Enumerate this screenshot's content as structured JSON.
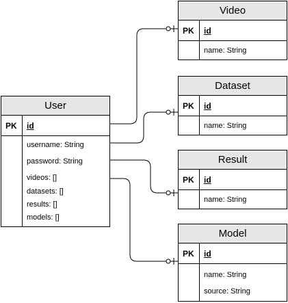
{
  "entities": {
    "video": {
      "title": "Video",
      "pk": "PK",
      "key": "id",
      "fields": [
        "name: String"
      ]
    },
    "dataset": {
      "title": "Dataset",
      "pk": "PK",
      "key": "id",
      "fields": [
        "name: String"
      ]
    },
    "result": {
      "title": "Result",
      "pk": "PK",
      "key": "id",
      "fields": [
        "name: String"
      ]
    },
    "model": {
      "title": "Model",
      "pk": "PK",
      "key": "id",
      "fields": [
        "name: String",
        "source: String"
      ]
    },
    "user": {
      "title": "User",
      "pk": "PK",
      "key": "id",
      "fields": [
        "username: String",
        "password: String",
        "videos: []",
        "datasets: []",
        "results: []",
        "models: []"
      ]
    }
  },
  "relationships": [
    {
      "from": "user.id",
      "to": "video",
      "type": "zero-or-one"
    },
    {
      "from": "user.username",
      "to": "dataset",
      "type": "zero-or-one"
    },
    {
      "from": "user.password",
      "to": "result",
      "type": "zero-or-one"
    },
    {
      "from": "user.videos",
      "to": "model",
      "type": "zero-or-one"
    }
  ]
}
